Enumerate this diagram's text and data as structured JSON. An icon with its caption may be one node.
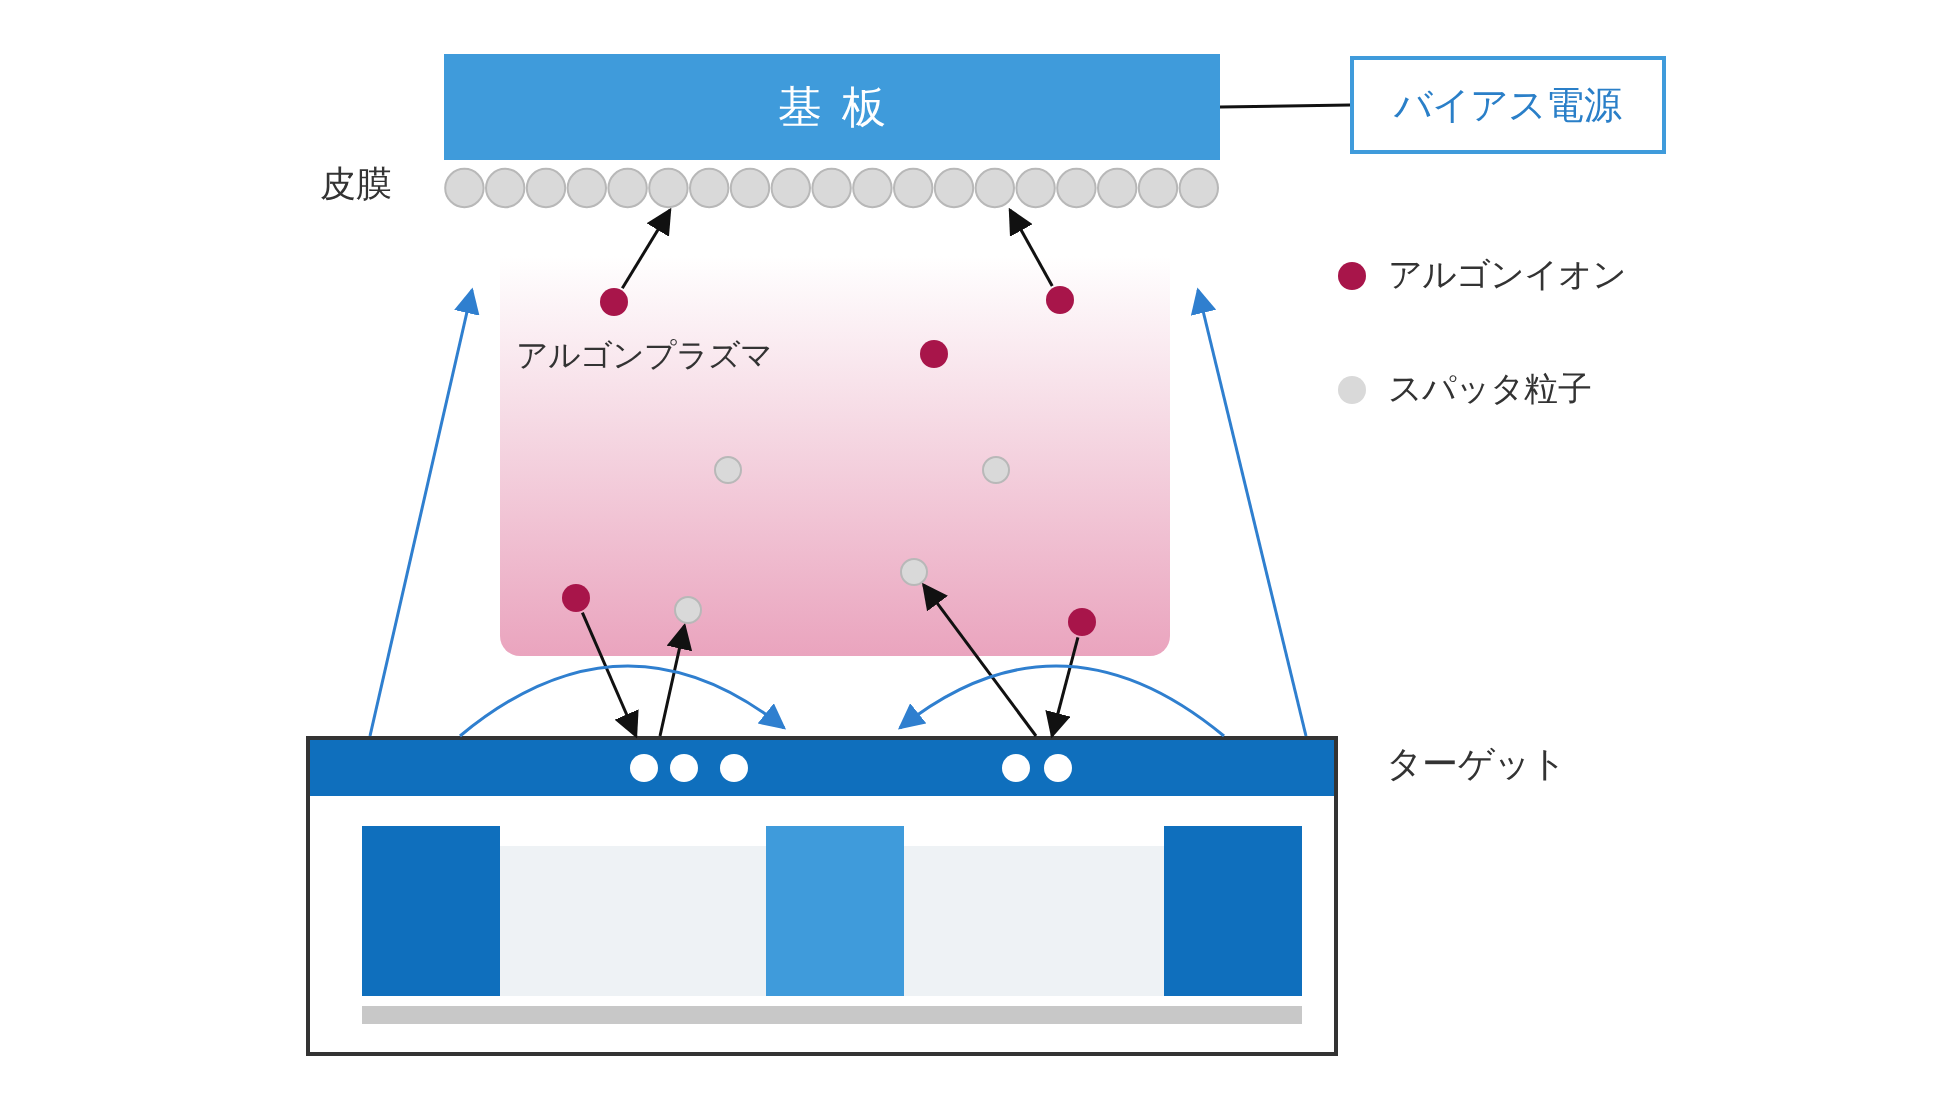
{
  "diagram": {
    "nodes": [
      {
        "text": [
          "基板"
        ]
      },
      {
        "text": [
          "バイアス電源"
        ]
      },
      {
        "text": [],
        "shape": "bar",
        "beside": [
          "皮膜"
        ]
      },
      {
        "text": [
          "アルゴンプラズマ"
        ]
      },
      {
        "text": [],
        "shape": "circle",
        "in": 3
      },
      {
        "text": [],
        "shape": "circle",
        "in": 3
      },
      {
        "text": [],
        "shape": "circle",
        "in": 3
      },
      {
        "text": [],
        "shape": "circle",
        "in": 3
      },
      {
        "text": [],
        "shape": "circle",
        "in": 3
      },
      {
        "text": [],
        "shape": "circle",
        "in": 3
      },
      {
        "text": [],
        "shape": "circle",
        "in": 3
      },
      {
        "text": [],
        "shape": "circle",
        "in": 3
      },
      {
        "text": [],
        "shape": "circle",
        "in": 3
      },
      {
        "text": [],
        "shape": "box",
        "beside": [
          "ターゲット"
        ]
      }
    ],
    "edges": [
      {
        "from": 0,
        "to": 1,
        "arrow": "none"
      },
      {
        "from": 4,
        "to": 2,
        "arrow": "to"
      },
      {
        "from": 5,
        "to": 2,
        "arrow": "to"
      },
      {
        "from": 10,
        "to": 13,
        "arrow": "to"
      },
      {
        "from": 13,
        "to": 11,
        "arrow": "to"
      },
      {
        "from": 13,
        "to": 9,
        "arrow": "to"
      },
      {
        "from": 12,
        "to": 13,
        "arrow": "to"
      },
      {
        "from": 13,
        "to": 3,
        "arrow": "to",
        "color": "#2f7fcf"
      },
      {
        "from": 13,
        "to": 3,
        "arrow": "to",
        "color": "#2f7fcf"
      }
    ],
    "legend": [
      {
        "text": "アルゴンイオン",
        "color": "#a8154a"
      },
      {
        "text": "スパッタ粒子",
        "color": "#d9d9d9"
      }
    ]
  }
}
